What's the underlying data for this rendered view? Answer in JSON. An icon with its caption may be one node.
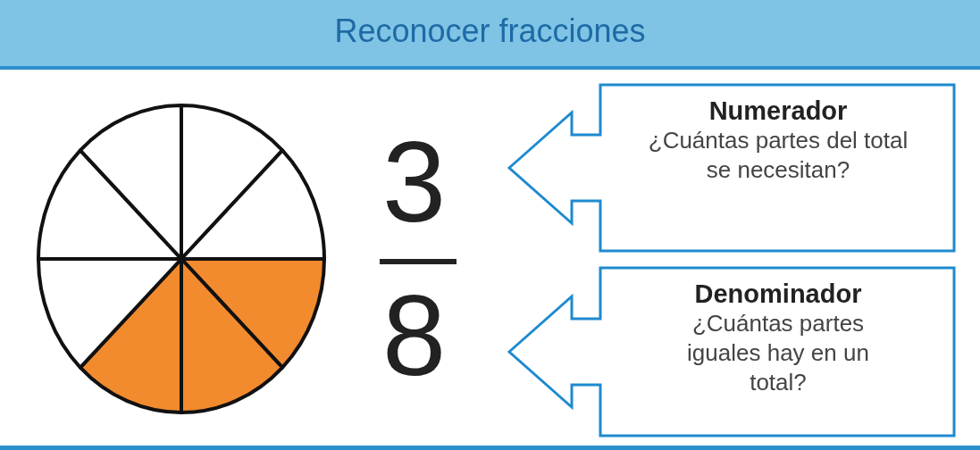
{
  "diagram": {
    "title": "Reconocer fracciones",
    "nodes": [
      {
        "text": [
          "Numerador",
          "¿Cuántas partes del total se necesitan?"
        ]
      },
      {
        "text": [
          "Denominador",
          "¿Cuántas partes iguales hay en un total?"
        ]
      }
    ],
    "labels": [
      "3",
      "8"
    ]
  }
}
